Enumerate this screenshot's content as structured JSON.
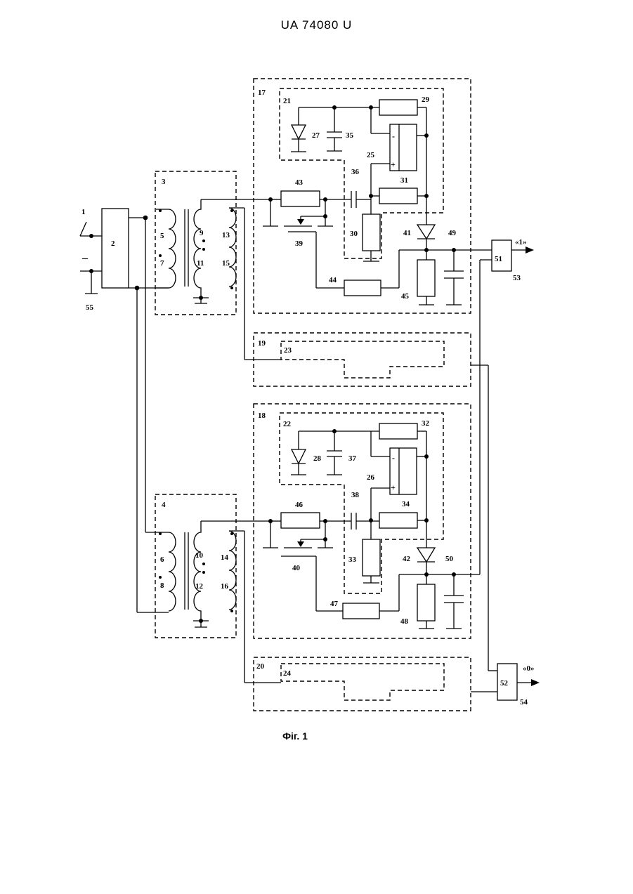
{
  "header": {
    "doc_id": "UA   74080   U"
  },
  "caption": "Фіг. 1",
  "signals": {
    "out1": "«1»",
    "out0": "«0»"
  },
  "labels": {
    "n1": "1",
    "n2": "2",
    "n3": "3",
    "n4": "4",
    "n5": "5",
    "n6": "6",
    "n7": "7",
    "n8": "8",
    "n9": "9",
    "n10": "10",
    "n11": "11",
    "n12": "12",
    "n13": "13",
    "n14": "14",
    "n15": "15",
    "n16": "16",
    "n17": "17",
    "n18": "18",
    "n19": "19",
    "n20": "20",
    "n21": "21",
    "n22": "22",
    "n23": "23",
    "n24": "24",
    "n25": "25",
    "n26": "26",
    "n27": "27",
    "n28": "28",
    "n29": "29",
    "n30": "30",
    "n31": "31",
    "n32": "32",
    "n33": "33",
    "n34": "34",
    "n35": "35",
    "n36": "36",
    "n37": "37",
    "n38": "38",
    "n39": "39",
    "n40": "40",
    "n41": "41",
    "n42": "42",
    "n43": "43",
    "n44": "44",
    "n45": "45",
    "n46": "46",
    "n47": "47",
    "n48": "48",
    "n49": "49",
    "n50": "50",
    "n51": "51",
    "n52": "52",
    "n53": "53",
    "n54": "54",
    "n55": "55"
  },
  "minus_sign": "–"
}
